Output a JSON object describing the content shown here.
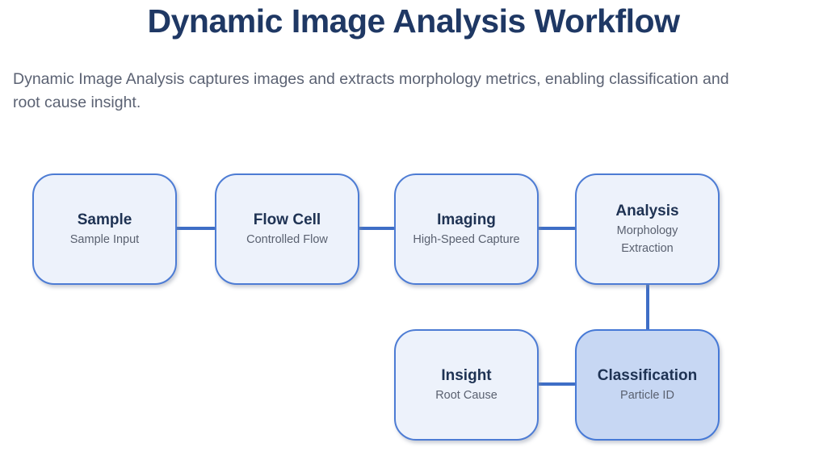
{
  "title": "Dynamic Image Analysis Workflow",
  "description": {
    "line1": "Dynamic Image Analysis captures images and extracts morphology metrics, enabling classification and",
    "line2": "root cause insight."
  },
  "colors": {
    "title_navy": "#1f3864",
    "paragraph_gray": "#5b6273",
    "node_fill": "#edf2fb",
    "node_fill_highlight": "#c7d7f3",
    "node_border": "#4d7cd4",
    "connector_blue": "#3e6ec6",
    "node_title": "#1e3253",
    "node_subtitle": "#5a6170"
  },
  "diagram": {
    "nodes": [
      {
        "id": "sample",
        "title": "Sample",
        "subtitle": "Sample Input",
        "highlight": false
      },
      {
        "id": "flow-cell",
        "title": "Flow Cell",
        "subtitle": "Controlled Flow",
        "highlight": false
      },
      {
        "id": "imaging",
        "title": "Imaging",
        "subtitle": "High-Speed Capture",
        "highlight": false
      },
      {
        "id": "analysis",
        "title": "Analysis",
        "subtitle": "Morphology\nExtraction",
        "highlight": false
      },
      {
        "id": "insight",
        "title": "Insight",
        "subtitle": "Root Cause",
        "highlight": false
      },
      {
        "id": "classification",
        "title": "Classification",
        "subtitle": "Particle ID",
        "highlight": true
      }
    ],
    "connections": [
      {
        "from": "sample",
        "to": "flow-cell",
        "orientation": "horizontal"
      },
      {
        "from": "flow-cell",
        "to": "imaging",
        "orientation": "horizontal"
      },
      {
        "from": "imaging",
        "to": "analysis",
        "orientation": "horizontal"
      },
      {
        "from": "analysis",
        "to": "classification",
        "orientation": "vertical"
      },
      {
        "from": "insight",
        "to": "classification",
        "orientation": "horizontal"
      }
    ]
  }
}
